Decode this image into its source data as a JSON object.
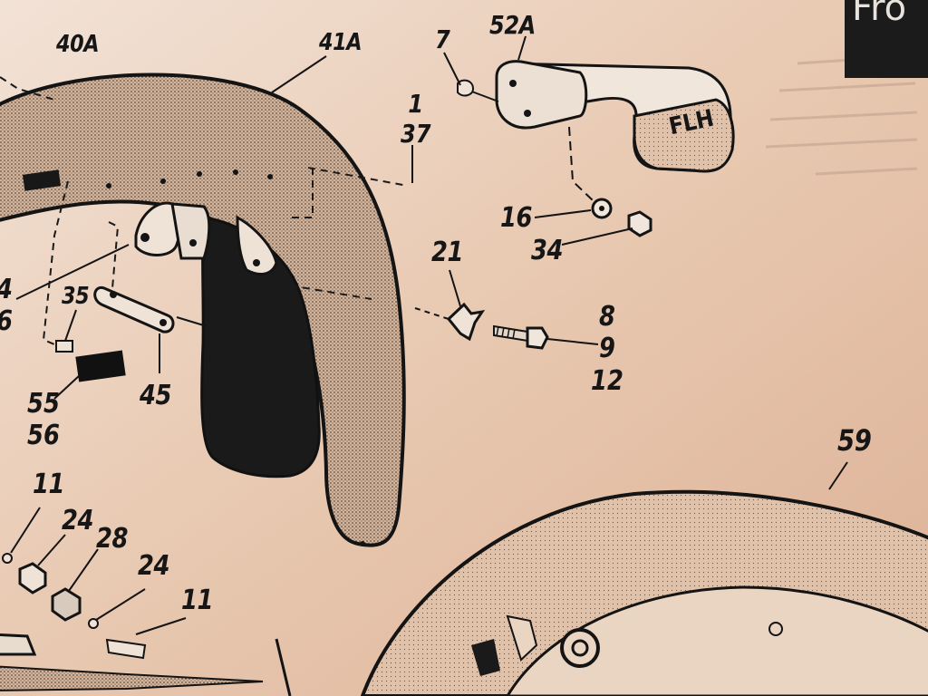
{
  "header_fragment": "Fro",
  "emblem_text": "FLH",
  "callouts": {
    "c40a": "40A",
    "c41a": "41A",
    "c7": "7",
    "c52a": "52A",
    "c1": "1",
    "c37": "37",
    "c16": "16",
    "c34": "34",
    "c21": "21",
    "c8": "8",
    "c9": "9",
    "c12": "12",
    "c4": "4",
    "c6": "6",
    "c35": "35",
    "c45": "45",
    "c55": "55",
    "c56": "56",
    "c11a": "11",
    "c24a": "24",
    "c28": "28",
    "c24b": "24",
    "c11b": "11",
    "c59": "59"
  },
  "colors": {
    "paper": "#e7c8b2",
    "ink": "#161616",
    "stipple": "#c9a98f"
  }
}
